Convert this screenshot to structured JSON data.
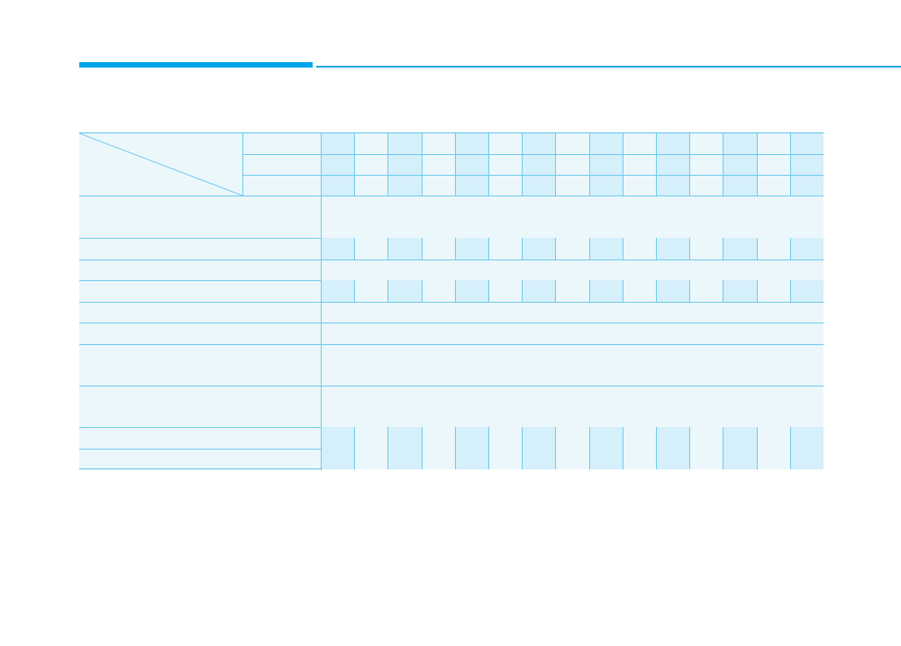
{
  "page": {
    "accent_color": "#00a4ea",
    "grid_line_color": "#6ecbec",
    "cell_fill_light": "#ecf7fc",
    "cell_fill_dark": "#d5effb"
  },
  "table": {
    "corner_header": "",
    "header_rows": [
      {
        "label": "",
        "cells": [
          "",
          "",
          "",
          "",
          "",
          "",
          "",
          "",
          "",
          "",
          "",
          "",
          "",
          "",
          ""
        ]
      },
      {
        "label": "",
        "cells": [
          "",
          "",
          "",
          "",
          "",
          "",
          "",
          "",
          "",
          "",
          "",
          "",
          "",
          "",
          ""
        ]
      },
      {
        "label": "",
        "cells": [
          "",
          "",
          "",
          "",
          "",
          "",
          "",
          "",
          "",
          "",
          "",
          "",
          "",
          "",
          ""
        ]
      }
    ],
    "body_rows": [
      {
        "label": "",
        "type": "span",
        "value": ""
      },
      {
        "label": "",
        "type": "cells",
        "cells": [
          "",
          "",
          "",
          "",
          "",
          "",
          "",
          "",
          "",
          "",
          "",
          "",
          "",
          "",
          ""
        ]
      },
      {
        "label": "",
        "type": "span",
        "value": ""
      },
      {
        "label": "",
        "type": "cells",
        "cells": [
          "",
          "",
          "",
          "",
          "",
          "",
          "",
          "",
          "",
          "",
          "",
          "",
          "",
          "",
          ""
        ]
      },
      {
        "label": "",
        "type": "span",
        "value": ""
      },
      {
        "label": "",
        "type": "span",
        "value": ""
      },
      {
        "label": "",
        "type": "span",
        "value": ""
      },
      {
        "label": "",
        "type": "span",
        "value": ""
      },
      {
        "label": "",
        "type": "cells",
        "cells": [
          "",
          "",
          "",
          "",
          "",
          "",
          "",
          "",
          "",
          "",
          "",
          "",
          "",
          "",
          ""
        ]
      },
      {
        "label": "",
        "type": "cells",
        "cells": [
          "",
          "",
          "",
          "",
          "",
          "",
          "",
          "",
          "",
          "",
          "",
          "",
          "",
          "",
          ""
        ]
      }
    ]
  }
}
